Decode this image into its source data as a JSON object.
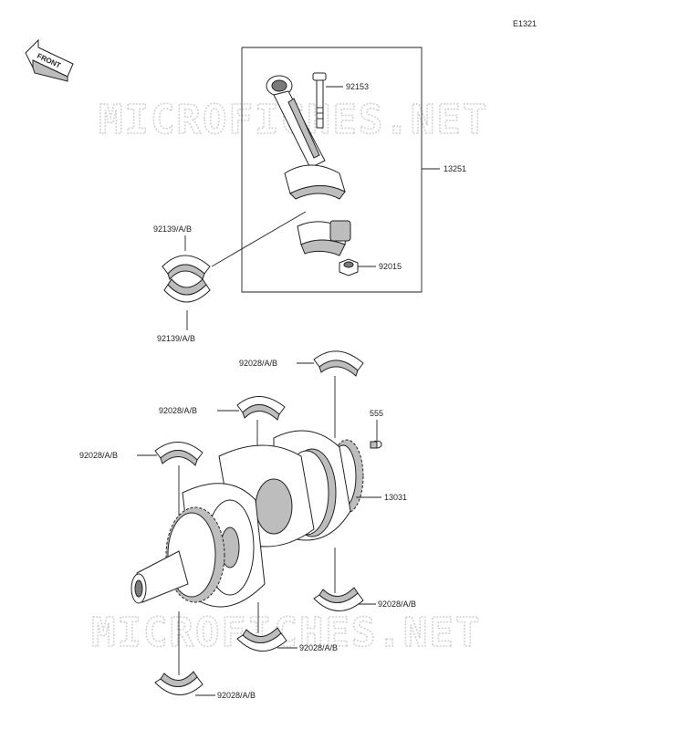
{
  "figure_id": "E1321",
  "front_arrow_text": "FRONT",
  "watermark_text": "MICROFICHES.NET",
  "callouts": {
    "bolt": "92153",
    "con_rod_assembly": "13251",
    "nut": "92015",
    "rod_bearing_upper": "92139/A/B",
    "rod_bearing_lower": "92139/A/B",
    "main_bearing_top_right": "92028/A/B",
    "main_bearing_top_mid": "92028/A/B",
    "main_bearing_top_left": "92028/A/B",
    "pin": "555",
    "crankshaft": "13031",
    "main_bearing_bottom_right": "92028/A/B",
    "main_bearing_bottom_mid": "92028/A/B",
    "main_bearing_bottom_left": "92028/A/B"
  }
}
